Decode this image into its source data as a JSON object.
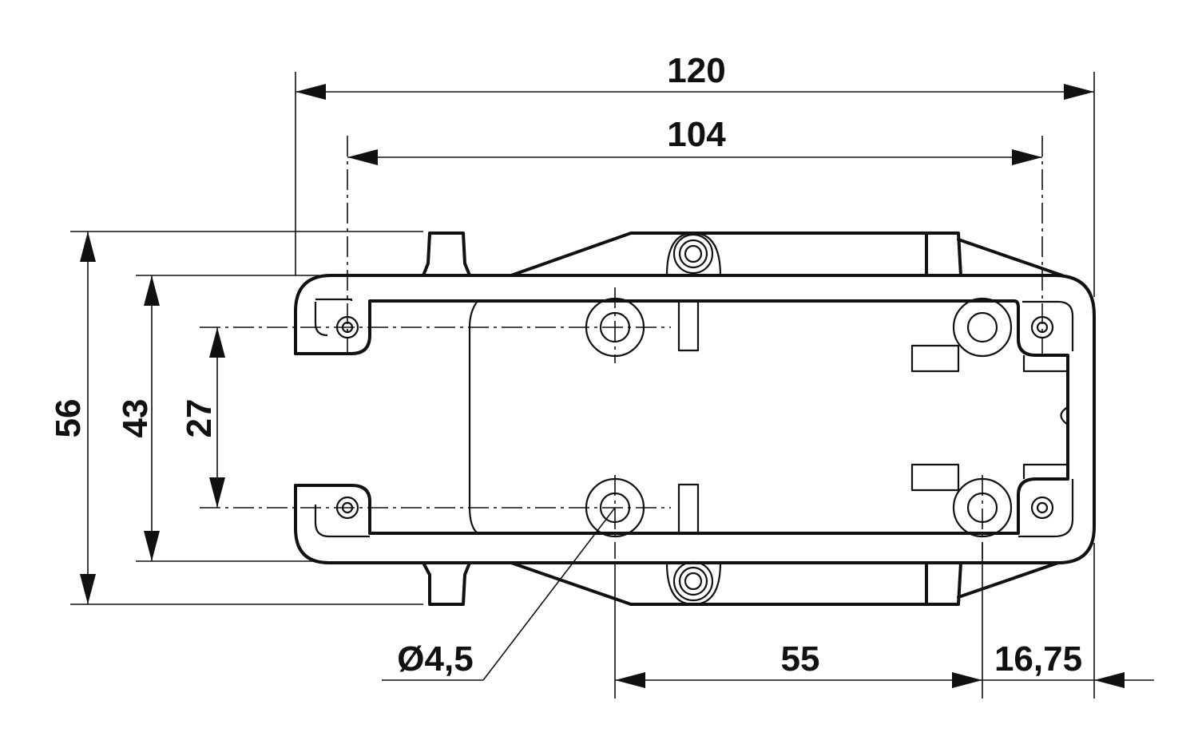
{
  "dimensions": {
    "overall_width": "120",
    "bracket_width": "104",
    "overall_height": "56",
    "outer_height": "43",
    "hole_spacing": "27",
    "hole_diameter": "Ø4,5",
    "center_offset": "55",
    "edge_offset": "16,75"
  }
}
